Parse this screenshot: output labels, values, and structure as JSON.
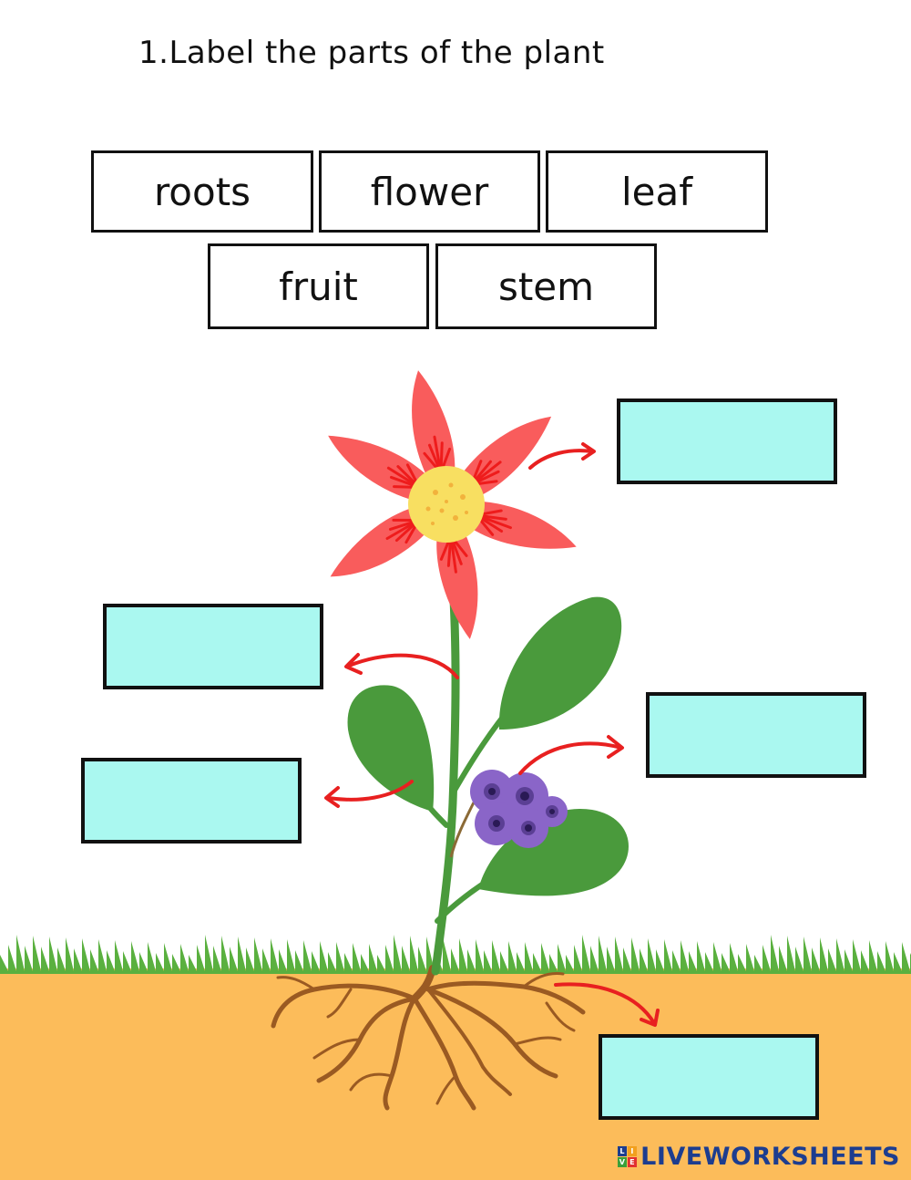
{
  "instruction": "1.Label the parts of the plant",
  "word_bank": [
    "roots",
    "flower",
    "leaf",
    "fruit",
    "stem"
  ],
  "answer_boxes": [
    {
      "id": "answer-box-1",
      "value": ""
    },
    {
      "id": "answer-box-2",
      "value": ""
    },
    {
      "id": "answer-box-3",
      "value": ""
    },
    {
      "id": "answer-box-4",
      "value": ""
    },
    {
      "id": "answer-box-5",
      "value": ""
    }
  ],
  "brand": {
    "name": "LIVEWORKSHEETS"
  },
  "colors": {
    "answer_box": "#aaf8f0",
    "petal": "#f95c5c",
    "petal_stripe": "#ee1c1c",
    "flower_center": "#f8df61",
    "leaf": "#4a9a3c",
    "fruit": "#8a65c8",
    "soil": "#fcbc5a",
    "roots": "#9a5a22",
    "arrow": "#e82020",
    "brand": "#1d3d8f"
  }
}
